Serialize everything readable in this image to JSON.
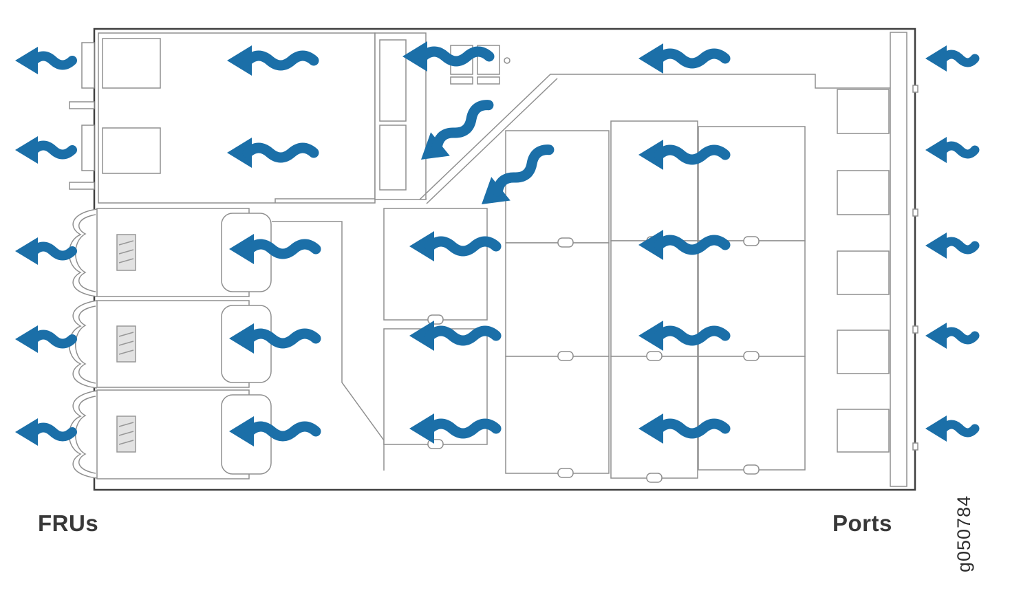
{
  "figure": {
    "left_label": "FRUs",
    "right_label": "Ports",
    "figure_id": "g050784"
  },
  "colors": {
    "airflow": "#1B6FA8",
    "outline_dark": "#3F3F3F",
    "outline_gray": "#8F8F8F"
  }
}
